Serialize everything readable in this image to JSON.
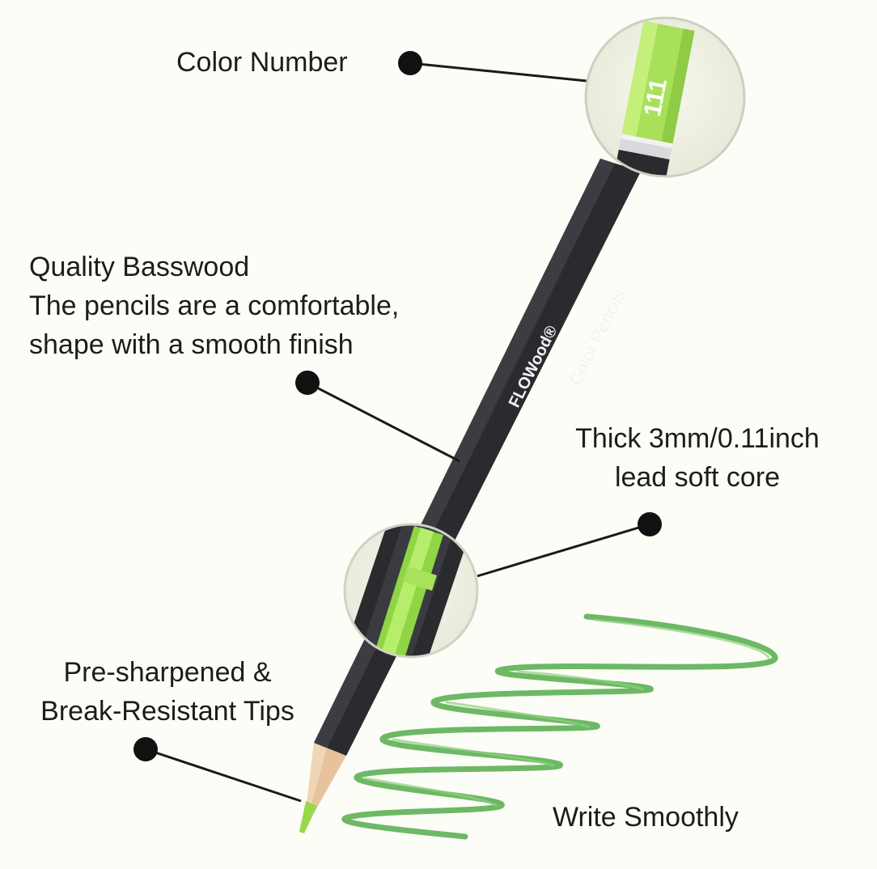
{
  "callouts": {
    "color_number": "Color Number",
    "basswood": {
      "title": "Quality Basswood",
      "line1": "The pencils are a comfortable,",
      "line2": "shape with a smooth finish"
    },
    "lead": {
      "line1": "Thick 3mm/0.11inch",
      "line2": "lead soft core"
    },
    "tips": {
      "line1": "Pre-sharpened &",
      "line2": "Break-Resistant Tips"
    },
    "write": "Write Smoothly"
  },
  "pencil": {
    "brand": "FLOWood®",
    "product": "Color Pencils",
    "color_code": "111"
  },
  "colors": {
    "background": "#fdfdf7",
    "pencil_body": "#2a2b2e",
    "lead_green": "#9ad84a",
    "scribble_green": "#4faa4a",
    "wood_tip": "#e9c7a4",
    "text": "#1c1c1c"
  }
}
